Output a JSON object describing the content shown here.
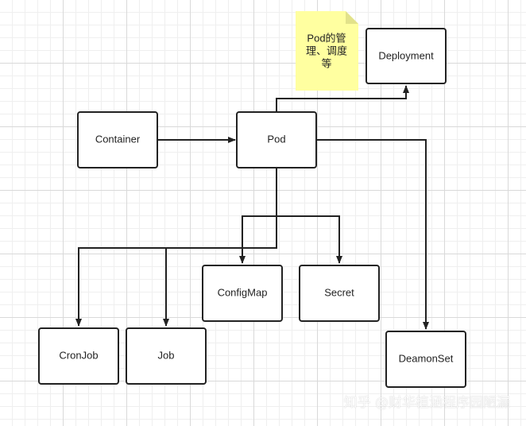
{
  "nodes": {
    "container": "Container",
    "pod": "Pod",
    "deployment": "Deployment",
    "configmap": "ConfigMap",
    "secret": "Secret",
    "cronjob": "CronJob",
    "job": "Job",
    "daemonset": "DeamonSet"
  },
  "note": {
    "lines": [
      "Pod的管",
      "理、调度",
      "等"
    ],
    "color": "#ffffa0"
  },
  "watermark": "知乎 @财华植涵程序园陋漏"
}
